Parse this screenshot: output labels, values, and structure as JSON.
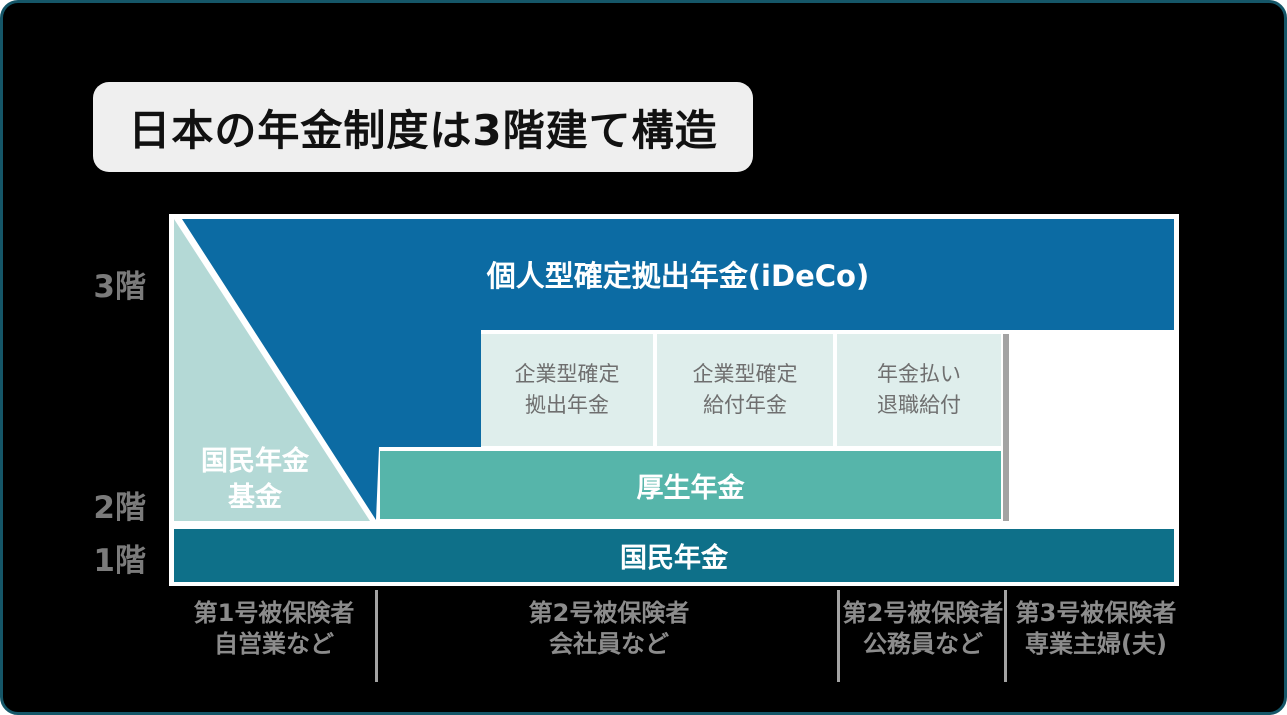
{
  "title": "日本の年金制度は3階建て構造",
  "colors": {
    "background": "#000000",
    "frame_border": "#155668",
    "card_white": "#ffffff",
    "ideco_blue": "#0c6ba3",
    "triangle_light_teal": "#b4d9d6",
    "kosei_teal": "#56b5aa",
    "kokumin_dark_teal": "#0e7089",
    "corporate_box_bg": "#dfeeec",
    "divider_gray": "#a3a3a3"
  },
  "floors": {
    "floor3": "3階",
    "floor2": "2階",
    "floor1": "1階"
  },
  "diagram": {
    "ideco": "個人型確定拠出年金(iDeCo)",
    "kokumin_kikin": {
      "line1": "国民年金",
      "line2": "基金"
    },
    "boxes": [
      {
        "line1": "企業型確定",
        "line2": "拠出年金"
      },
      {
        "line1": "企業型確定",
        "line2": "給付年金"
      },
      {
        "line1": "年金払い",
        "line2": "退職給付"
      }
    ],
    "kosei": "厚生年金",
    "kokumin": "国民年金"
  },
  "categories": [
    {
      "line1": "第1号被保険者",
      "line2": "自営業など"
    },
    {
      "line1": "第2号被保険者",
      "line2": "会社員など"
    },
    {
      "line1": "第2号被保険者",
      "line2": "公務員など"
    },
    {
      "line1": "第3号被保険者",
      "line2": "専業主婦(夫)"
    }
  ]
}
